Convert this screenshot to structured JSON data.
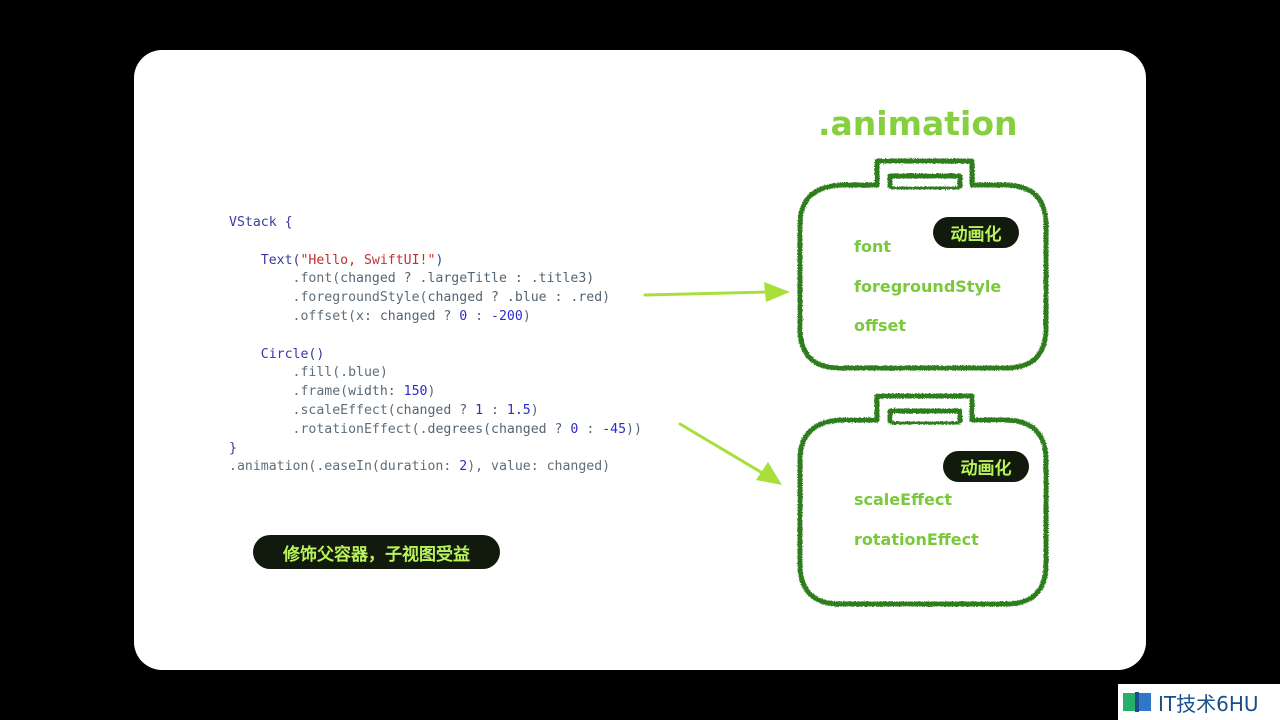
{
  "code_lines": [
    [
      {
        "t": "VStack {",
        "c": "type"
      }
    ],
    [],
    [
      {
        "t": "    Text(",
        "c": "type"
      },
      {
        "t": "\"Hello, SwiftUI!\"",
        "c": "str"
      },
      {
        "t": ")",
        "c": "type"
      }
    ],
    [
      {
        "t": "        .font(",
        "c": "mod"
      },
      {
        "t": "changed ? .largeTitle : .title3)",
        "c": "enum"
      }
    ],
    [
      {
        "t": "        .foregroundStyle(",
        "c": "mod"
      },
      {
        "t": "changed ? .blue : .red)",
        "c": "enum"
      }
    ],
    [
      {
        "t": "        .offset(",
        "c": "mod"
      },
      {
        "t": "x: changed ? ",
        "c": "enum"
      },
      {
        "t": "0",
        "c": "num"
      },
      {
        "t": " : ",
        "c": "enum"
      },
      {
        "t": "-200",
        "c": "num"
      },
      {
        "t": ")",
        "c": "enum"
      }
    ],
    [],
    [
      {
        "t": "    Circle()",
        "c": "type"
      }
    ],
    [
      {
        "t": "        .fill(.blue)",
        "c": "mod"
      }
    ],
    [
      {
        "t": "        .frame(",
        "c": "mod"
      },
      {
        "t": "width: ",
        "c": "enum"
      },
      {
        "t": "150",
        "c": "num"
      },
      {
        "t": ")",
        "c": "enum"
      }
    ],
    [
      {
        "t": "        .scaleEffect(",
        "c": "mod"
      },
      {
        "t": "changed ? ",
        "c": "enum"
      },
      {
        "t": "1",
        "c": "num"
      },
      {
        "t": " : ",
        "c": "enum"
      },
      {
        "t": "1.5",
        "c": "num"
      },
      {
        "t": ")",
        "c": "enum"
      }
    ],
    [
      {
        "t": "        .rotationEffect(",
        "c": "mod"
      },
      {
        "t": ".degrees(changed ? ",
        "c": "enum"
      },
      {
        "t": "0",
        "c": "num"
      },
      {
        "t": " : ",
        "c": "enum"
      },
      {
        "t": "-45",
        "c": "num"
      },
      {
        "t": "))",
        "c": "enum"
      }
    ],
    [
      {
        "t": "}",
        "c": "type"
      }
    ],
    [
      {
        "t": ".animation(.easeIn(duration: ",
        "c": "mod"
      },
      {
        "t": "2",
        "c": "num"
      },
      {
        "t": "), value: changed)",
        "c": "mod"
      }
    ]
  ],
  "bottom_note": "修饰父容器，子视图受益",
  "title": ".animation",
  "box_top": {
    "badge": "动画化",
    "items": [
      "font",
      "foregroundStyle",
      "offset"
    ]
  },
  "box_bottom": {
    "badge": "动画化",
    "items": [
      "scaleEffect",
      "rotationEffect"
    ]
  },
  "watermark": "IT技术6HU",
  "colors": {
    "accent_green": "#86cf3f",
    "box_stroke": "#2f7d1f",
    "arrow": "#a8df3a",
    "pill_bg": "#111a0c",
    "pill_text": "#b9f35c"
  }
}
